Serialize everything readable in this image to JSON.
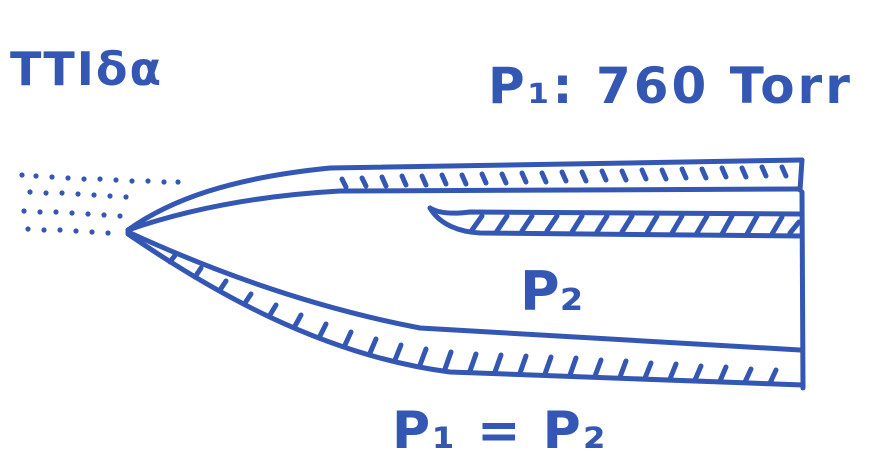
{
  "labels": {
    "word": "ΤΤΙδα",
    "pressure_top": "P₁: 760 Torr",
    "pressure_inside": "P₂",
    "equation": "P₁ = P₂"
  },
  "colors": {
    "ink": "#3457b4",
    "background": "#ffffff"
  }
}
